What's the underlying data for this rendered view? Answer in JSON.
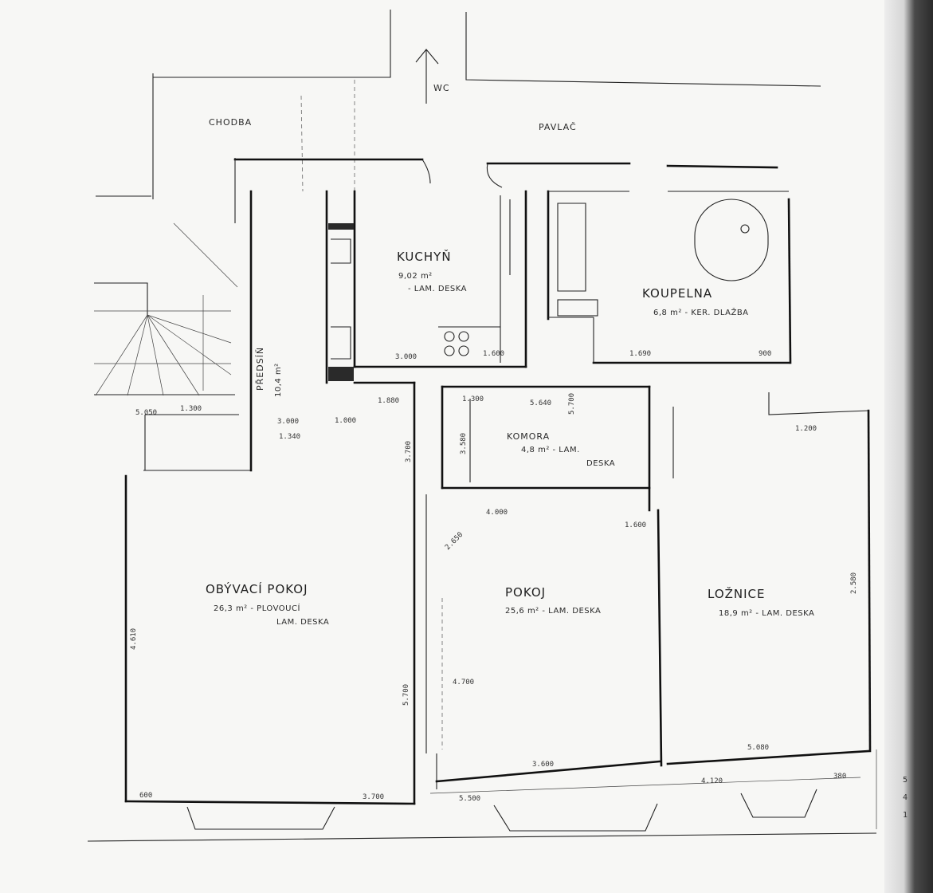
{
  "north_label": "WC",
  "areas": {
    "chodba": "CHODBA",
    "pavlac": "PAVLAČ"
  },
  "rooms": {
    "kuchyn": {
      "name": "KUCHYŇ",
      "area": "9,02 m²",
      "floor": "- LAM. DESKA"
    },
    "koupelna": {
      "name": "KOUPELNA",
      "area_floor": "6,8 m² - KER. DLAŽBA"
    },
    "komora": {
      "name": "KOMORA",
      "area_floor": "4,8 m² - LAM.",
      "floor2": "DESKA"
    },
    "obyvaci": {
      "name": "OBÝVACÍ POKOJ",
      "area_floor": "26,3 m² - PLOVOUCÍ",
      "floor2": "LAM. DESKA"
    },
    "pokoj": {
      "name": "POKOJ",
      "area_floor": "25,6 m² - LAM. DESKA"
    },
    "loznice": {
      "name": "LOŽNICE",
      "area_floor": "18,9 m² - LAM. DESKA"
    },
    "predsin": {
      "name": "PŘEDSÍŇ",
      "area": "10,4 m²"
    }
  },
  "dimensions": [
    "1.300",
    "3.000",
    "1.000",
    "1.340",
    "4.610",
    "1.880",
    "3.700",
    "1.300",
    "5.640",
    "3.580",
    "5.700",
    "4.000",
    "5.700",
    "4.700",
    "2.580",
    "1.200",
    "3.600",
    "5.080",
    "5.500",
    "4.120",
    "3.700",
    "5.050",
    "1.600",
    "1.690",
    "600",
    "380",
    "900",
    "2.650",
    "3.000",
    "1.600"
  ],
  "edge_marks": [
    "5",
    "4",
    "1"
  ]
}
